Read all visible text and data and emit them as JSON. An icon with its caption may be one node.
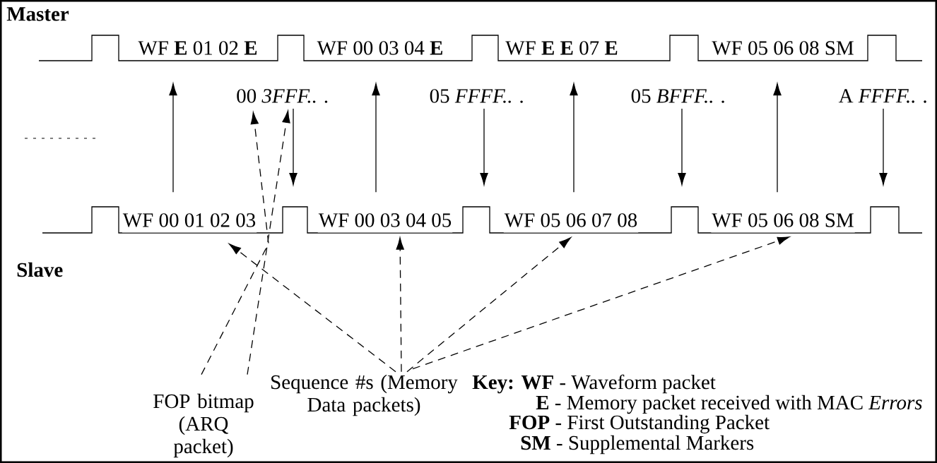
{
  "diagram": {
    "nodes": [
      {
        "text": [
          "WF **E** 01 02 **E**"
        ]
      },
      {
        "text": [
          "WF 00 03 04 **E**"
        ]
      },
      {
        "text": [
          "WF **E** **E** 07 **E**"
        ]
      },
      {
        "text": [
          "WF 05 06 08 SM"
        ]
      },
      {
        "text": [
          "00 *3FFF.. .*"
        ]
      },
      {
        "text": [
          "05 *FFFF.. .*"
        ]
      },
      {
        "text": [
          "05 *BFFF.. .*"
        ]
      },
      {
        "text": [
          "A *FFFF.. .*"
        ]
      },
      {
        "text": [
          "WF 00 01 02 03"
        ]
      },
      {
        "text": [
          "WF 00 03 04 05"
        ]
      },
      {
        "text": [
          "WF 05 06 07 08"
        ]
      },
      {
        "text": [
          "WF 05 06 08 SM"
        ]
      },
      {
        "text": [
          "Sequence #s (Memory Data packets)"
        ]
      },
      {
        "text": [
          "FOP bitmap (ARQ packet)"
        ]
      }
    ],
    "edges": [
      {
        "from": 8,
        "to": 0,
        "arrow": "to"
      },
      {
        "from": 9,
        "to": 1,
        "arrow": "to"
      },
      {
        "from": 10,
        "to": 2,
        "arrow": "to"
      },
      {
        "from": 11,
        "to": 3,
        "arrow": "to"
      },
      {
        "from": 4,
        "to": null,
        "arrow": "to"
      },
      {
        "from": 5,
        "to": null,
        "arrow": "to"
      },
      {
        "from": 6,
        "to": null,
        "arrow": "to"
      },
      {
        "from": 7,
        "to": null,
        "arrow": "to"
      },
      {
        "from": 13,
        "to": 4,
        "arrow": "to",
        "style": "dashed"
      },
      {
        "from": 13,
        "to": 4,
        "arrow": "to",
        "style": "dashed"
      },
      {
        "from": 12,
        "to": 8,
        "arrow": "to",
        "style": "dashed"
      },
      {
        "from": 12,
        "to": 9,
        "arrow": "to",
        "style": "dashed"
      },
      {
        "from": 12,
        "to": 10,
        "arrow": "to",
        "style": "dashed"
      },
      {
        "from": 12,
        "to": 11,
        "arrow": "to",
        "style": "dashed"
      }
    ],
    "labels": [
      "Master",
      "Slave",
      "**Key: WF** - Waveform packet",
      "**E** - Memory packet received with MAC *Errors*",
      "**FOP** - First Outstanding Packet",
      "**SM** - Supplemental Markers"
    ]
  }
}
